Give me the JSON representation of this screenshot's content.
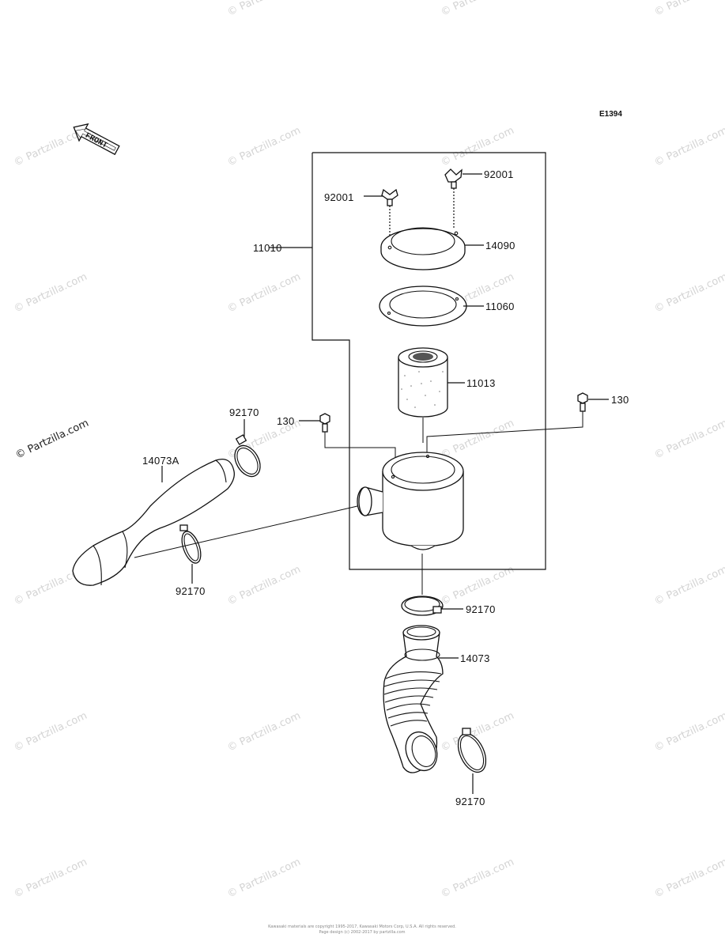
{
  "diagram_code": "E1394",
  "front_label": "FRONT",
  "watermark_text": "© Partzilla.com",
  "footer": {
    "line1": "Kawasaki materials are copyright 1995-2017, Kawasaki Motors Corp, U.S.A. All rights reserved.",
    "line2": "Page design (c) 2002-2017 by partzilla.com"
  },
  "parts": {
    "p92001_a": "92001",
    "p92001_b": "92001",
    "p11010": "11010",
    "p14090": "14090",
    "p11060": "11060",
    "p11013": "11013",
    "p130_a": "130",
    "p130_b": "130",
    "p92170_top": "92170",
    "p14073A": "14073A",
    "p92170_left": "92170",
    "p92170_mid": "92170",
    "p14073": "14073",
    "p92170_bottom": "92170"
  }
}
